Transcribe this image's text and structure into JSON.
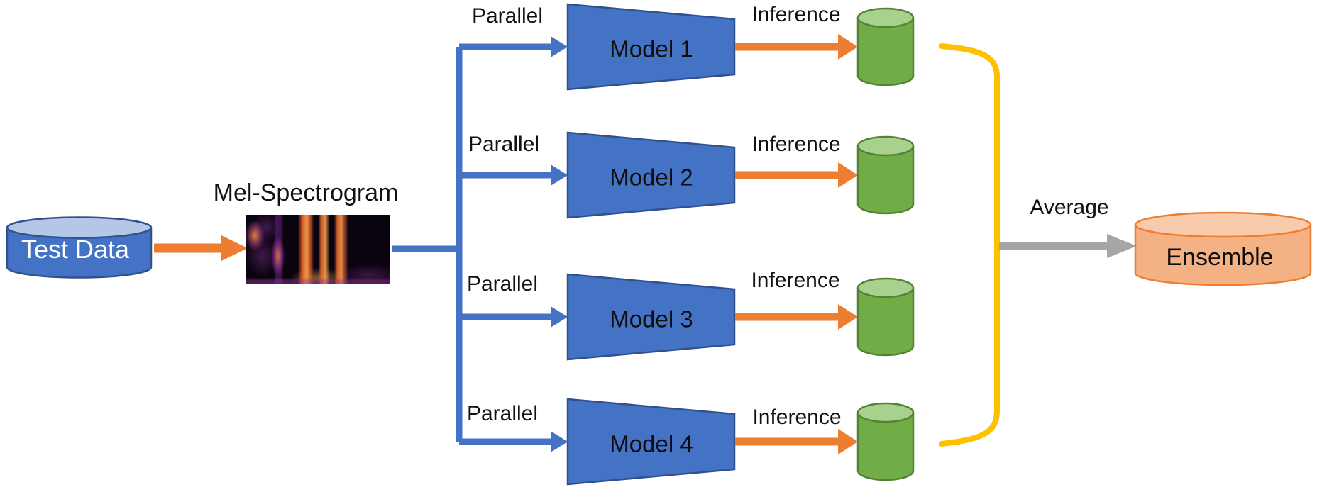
{
  "nodes": {
    "test_data": "Test Data",
    "mel_spectrogram": "Mel-Spectrogram",
    "ensemble": "Ensemble"
  },
  "rows": [
    {
      "parallel": "Parallel",
      "model": "Model 1",
      "inference": "Inference"
    },
    {
      "parallel": "Parallel",
      "model": "Model 2",
      "inference": "Inference"
    },
    {
      "parallel": "Parallel",
      "model": "Model 3",
      "inference": "Inference"
    },
    {
      "parallel": "Parallel",
      "model": "Model 4",
      "inference": "Inference"
    }
  ],
  "edges": {
    "average": "Average"
  },
  "colors": {
    "flow_blue": "#4472C4",
    "blue_border": "#2F528F",
    "blue_cylinder_top": "#B4C7E7",
    "orange_arrow": "#ED7D31",
    "green_cylinder": "#70AD47",
    "green_border": "#548235",
    "green_cylinder_top": "#A9D18E",
    "bracket_yellow": "#FFC000",
    "average_gray": "#A6A6A6",
    "ensemble_fill": "#F4B183",
    "ensemble_top": "#F8CBAD",
    "ensemble_border": "#ED7D31"
  }
}
